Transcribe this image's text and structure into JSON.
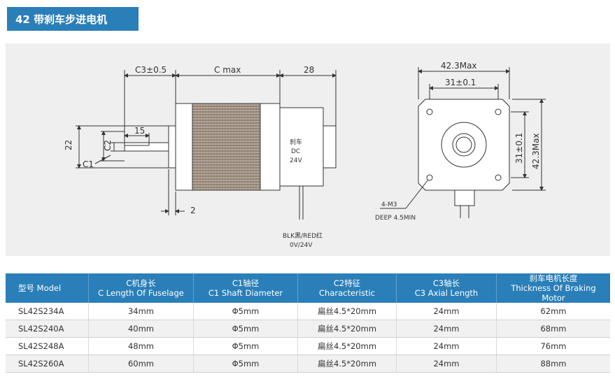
{
  "title": "42 带刹车步进电机",
  "drawing": {
    "side": {
      "dim_c3": "C3±0.5",
      "dim_c": "C max",
      "dim_28": "28",
      "dim_15": "15",
      "dim_22": "22",
      "dim_c2": "C2",
      "dim_c1": "C1",
      "dim_2": "2",
      "brake_label_1": "刹车",
      "brake_label_2": "DC",
      "brake_label_3": "24V",
      "wire_label_1": "BLK黑/RED红",
      "wire_label_2": "0V/24V"
    },
    "front": {
      "dim_width_max": "42.3Max",
      "dim_hole_spacing": "31±0.1",
      "dim_vert_spacing": "31±0.1",
      "dim_vert_max": "42.3Max",
      "hole_label": "4-M3",
      "hole_depth": "DEEP 4.5MIN"
    }
  },
  "table": {
    "headers": [
      [
        "型号 Model"
      ],
      [
        "C机身长",
        "C Length Of Fuselage"
      ],
      [
        "C1轴径",
        "C1 Shaft Diameter"
      ],
      [
        "C2特征",
        "Characteristic"
      ],
      [
        "C3轴长",
        "C3 Axial Length"
      ],
      [
        "刹车电机长度",
        "Thickness Of Braking Motor"
      ]
    ],
    "rows": [
      [
        "SL42S234A",
        "34mm",
        "Φ5mm",
        "扁丝4.5*20mm",
        "24mm",
        "62mm"
      ],
      [
        "SL42S240A",
        "40mm",
        "Φ5mm",
        "扁丝4.5*20mm",
        "24mm",
        "68mm"
      ],
      [
        "SL42S248A",
        "48mm",
        "Φ5mm",
        "扁丝4.5*20mm",
        "24mm",
        "76mm"
      ],
      [
        "SL42S260A",
        "60mm",
        "Φ5mm",
        "扁丝4.5*20mm",
        "24mm",
        "88mm"
      ]
    ]
  },
  "colors": {
    "accent": "#2a7fb8",
    "panel": "#efefef",
    "row_alt": "#f1f1f1"
  }
}
